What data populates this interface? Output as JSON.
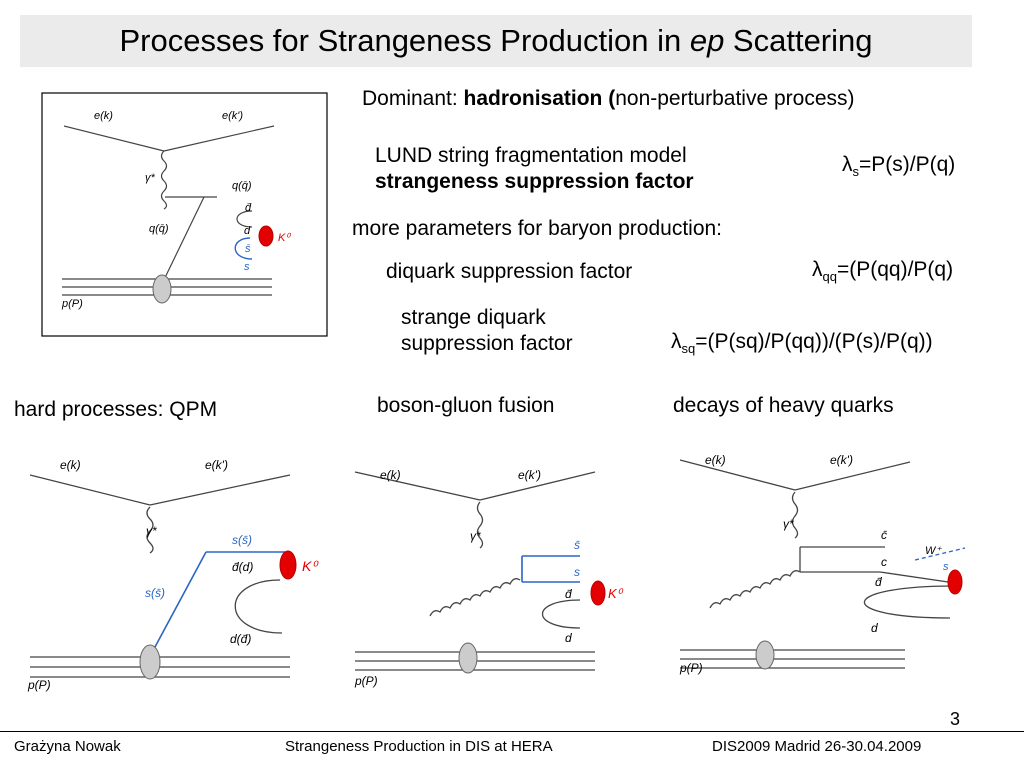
{
  "title": {
    "prefix": "Processes for Strangeness Production in ",
    "ep": "ep",
    "suffix": " Scattering"
  },
  "dominant": {
    "label": "Dominant: ",
    "bold": "hadronisation (",
    "rest": "non-perturbative process)"
  },
  "lund": {
    "line1": "LUND string fragmentation model",
    "line2": "strangeness suppression factor"
  },
  "lambda_s": {
    "sym": "λ",
    "sub": "s",
    "rest": "=P(s)/P(q)"
  },
  "more_params": "more parameters for baryon production:",
  "diquark": {
    "label": "diquark suppression  factor",
    "sym": "λ",
    "sub": "qq",
    "rest": "=(P(qq)/P(q)"
  },
  "strange_diquark": {
    "line1": "strange  diquark",
    "line2": "suppression factor",
    "sym": "λ",
    "sub": "sq",
    "rest": "=(P(sq)/P(qq))/(P(s)/P(q))"
  },
  "headings": {
    "hard": "hard processes:  QPM",
    "bgf": "boson-gluon fusion",
    "heavy": "decays of heavy quarks"
  },
  "diagram_labels": {
    "ek": "e(k)",
    "ek2": "e(k')",
    "gamma": "γ*",
    "pP": "p(P)",
    "qqbar": "q(q̄)",
    "dbar": "d̄",
    "d": "d",
    "sbar": "s̄",
    "s": "s",
    "K0": "K⁰",
    "sbar_s": "s(s̄)",
    "dbar_d": "d̄(d)",
    "d_dbar": "d(d̄)",
    "cbar": "c̄",
    "c": "c",
    "W": "W⁺"
  },
  "colors": {
    "quark_blue": "#2a66c4",
    "kaon_red": "#e30000",
    "title_bg": "#ebebeb"
  },
  "page_number": "3",
  "footer": {
    "author": "Grażyna Nowak",
    "talk": "Strangeness Production in DIS at HERA",
    "conf": "DIS2009 Madrid 26-30.04.2009"
  }
}
